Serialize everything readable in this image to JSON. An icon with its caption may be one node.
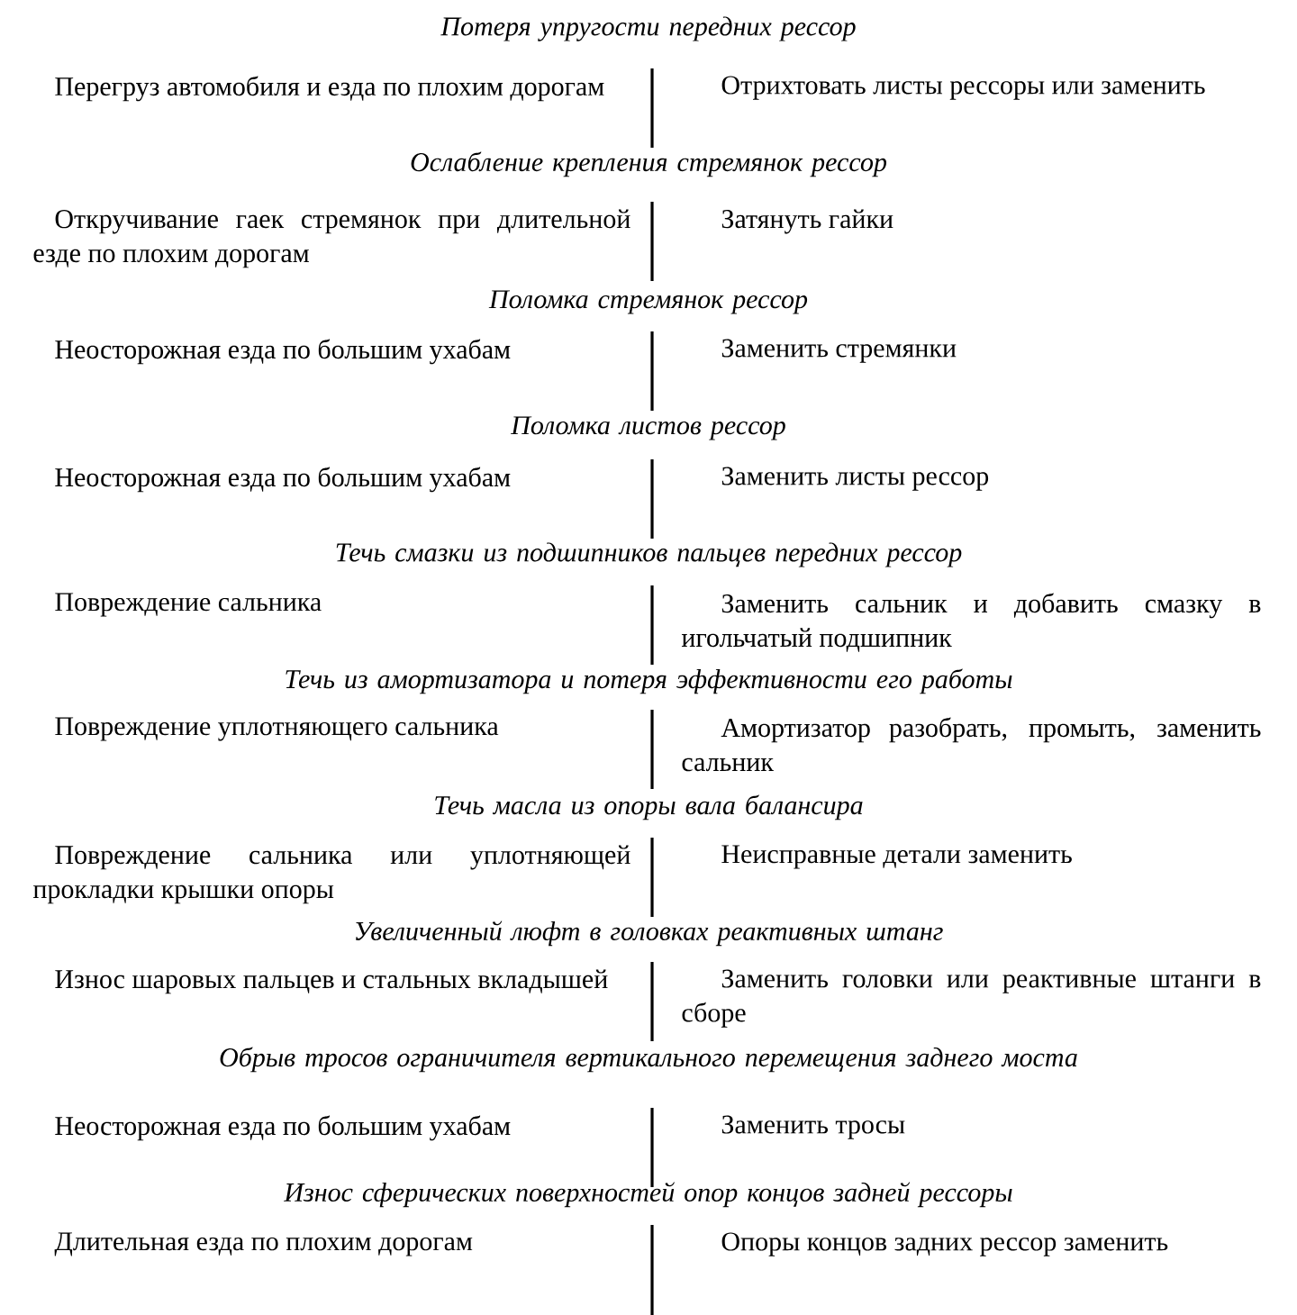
{
  "diagram": {
    "labels": [
      "Потеря упругости передних рессор",
      "Перегруз автомобиля и езда по плохим дорогам",
      "Отрихтовать листы рессоры или заменить",
      "Ослабление крепления стремянок рессор",
      "Откручивание гаек стремянок при длительной езде по плохим дорогам",
      "Затянуть гайки",
      "Поломка стремянок рессор",
      "Неосторожная езда по большим ухабам",
      "Заменить стремянки",
      "Поломка листов рессор",
      "Неосторожная езда по большим ухабам",
      "Заменить листы рессор",
      "Течь смазки из подшипников пальцев передних рессор",
      "Повреждение сальника",
      "Заменить сальник и добавить смазку в игольчатый подшипник",
      "Течь из амортизатора и потеря эффективности его работы",
      "Повреждение уплотняющего сальника",
      "Амортизатор разобрать, промыть, заменить сальник",
      "Течь масла из опоры вала балансира",
      "Повреждение сальника или уплотняющей прокладки крышки опоры",
      "Неисправные детали заменить",
      "Увеличенный люфт в головках реактивных штанг",
      "Износ шаровых пальцев и стальных вкладышей",
      "Заменить головки или реактивные штанги в сборе",
      "Обрыв тросов ограничителя вертикального перемещения заднего моста",
      "Неосторожная езда по большим ухабам",
      "Заменить тросы",
      "Износ сферических поверхностей опор концов задней рессоры",
      "Длительная езда по плохим дорогам",
      "Опоры концов задних рессор заменить"
    ]
  }
}
